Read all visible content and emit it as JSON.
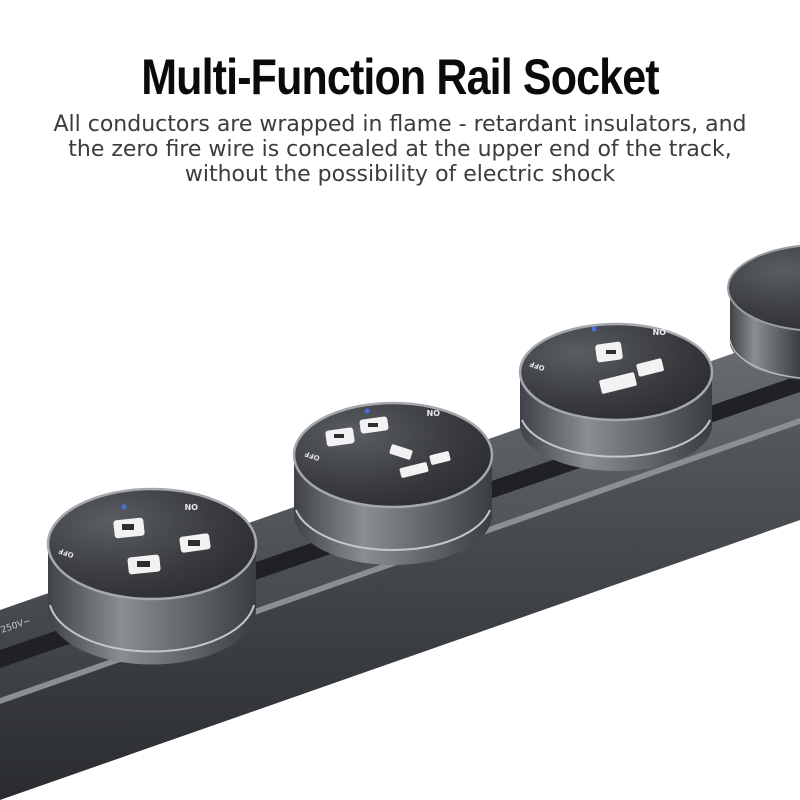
{
  "headline": "Multi-Function Rail Socket",
  "description_lines": [
    "All conductors are wrapped in flame - retardant insulators, and",
    "the zero fire wire is concealed at the upper end of the track,",
    "without the possibility of electric shock"
  ],
  "socket_labels": {
    "on": "ON",
    "off": "OFF"
  },
  "rail_marking": "250V~",
  "colors": {
    "headline": "#0b0b0b",
    "description": "#3c3c3c",
    "rail": "#3a3d42",
    "socket_body": "#5a5d62",
    "socket_face": "#2b2d31",
    "indicator": "#4a6fd8"
  }
}
